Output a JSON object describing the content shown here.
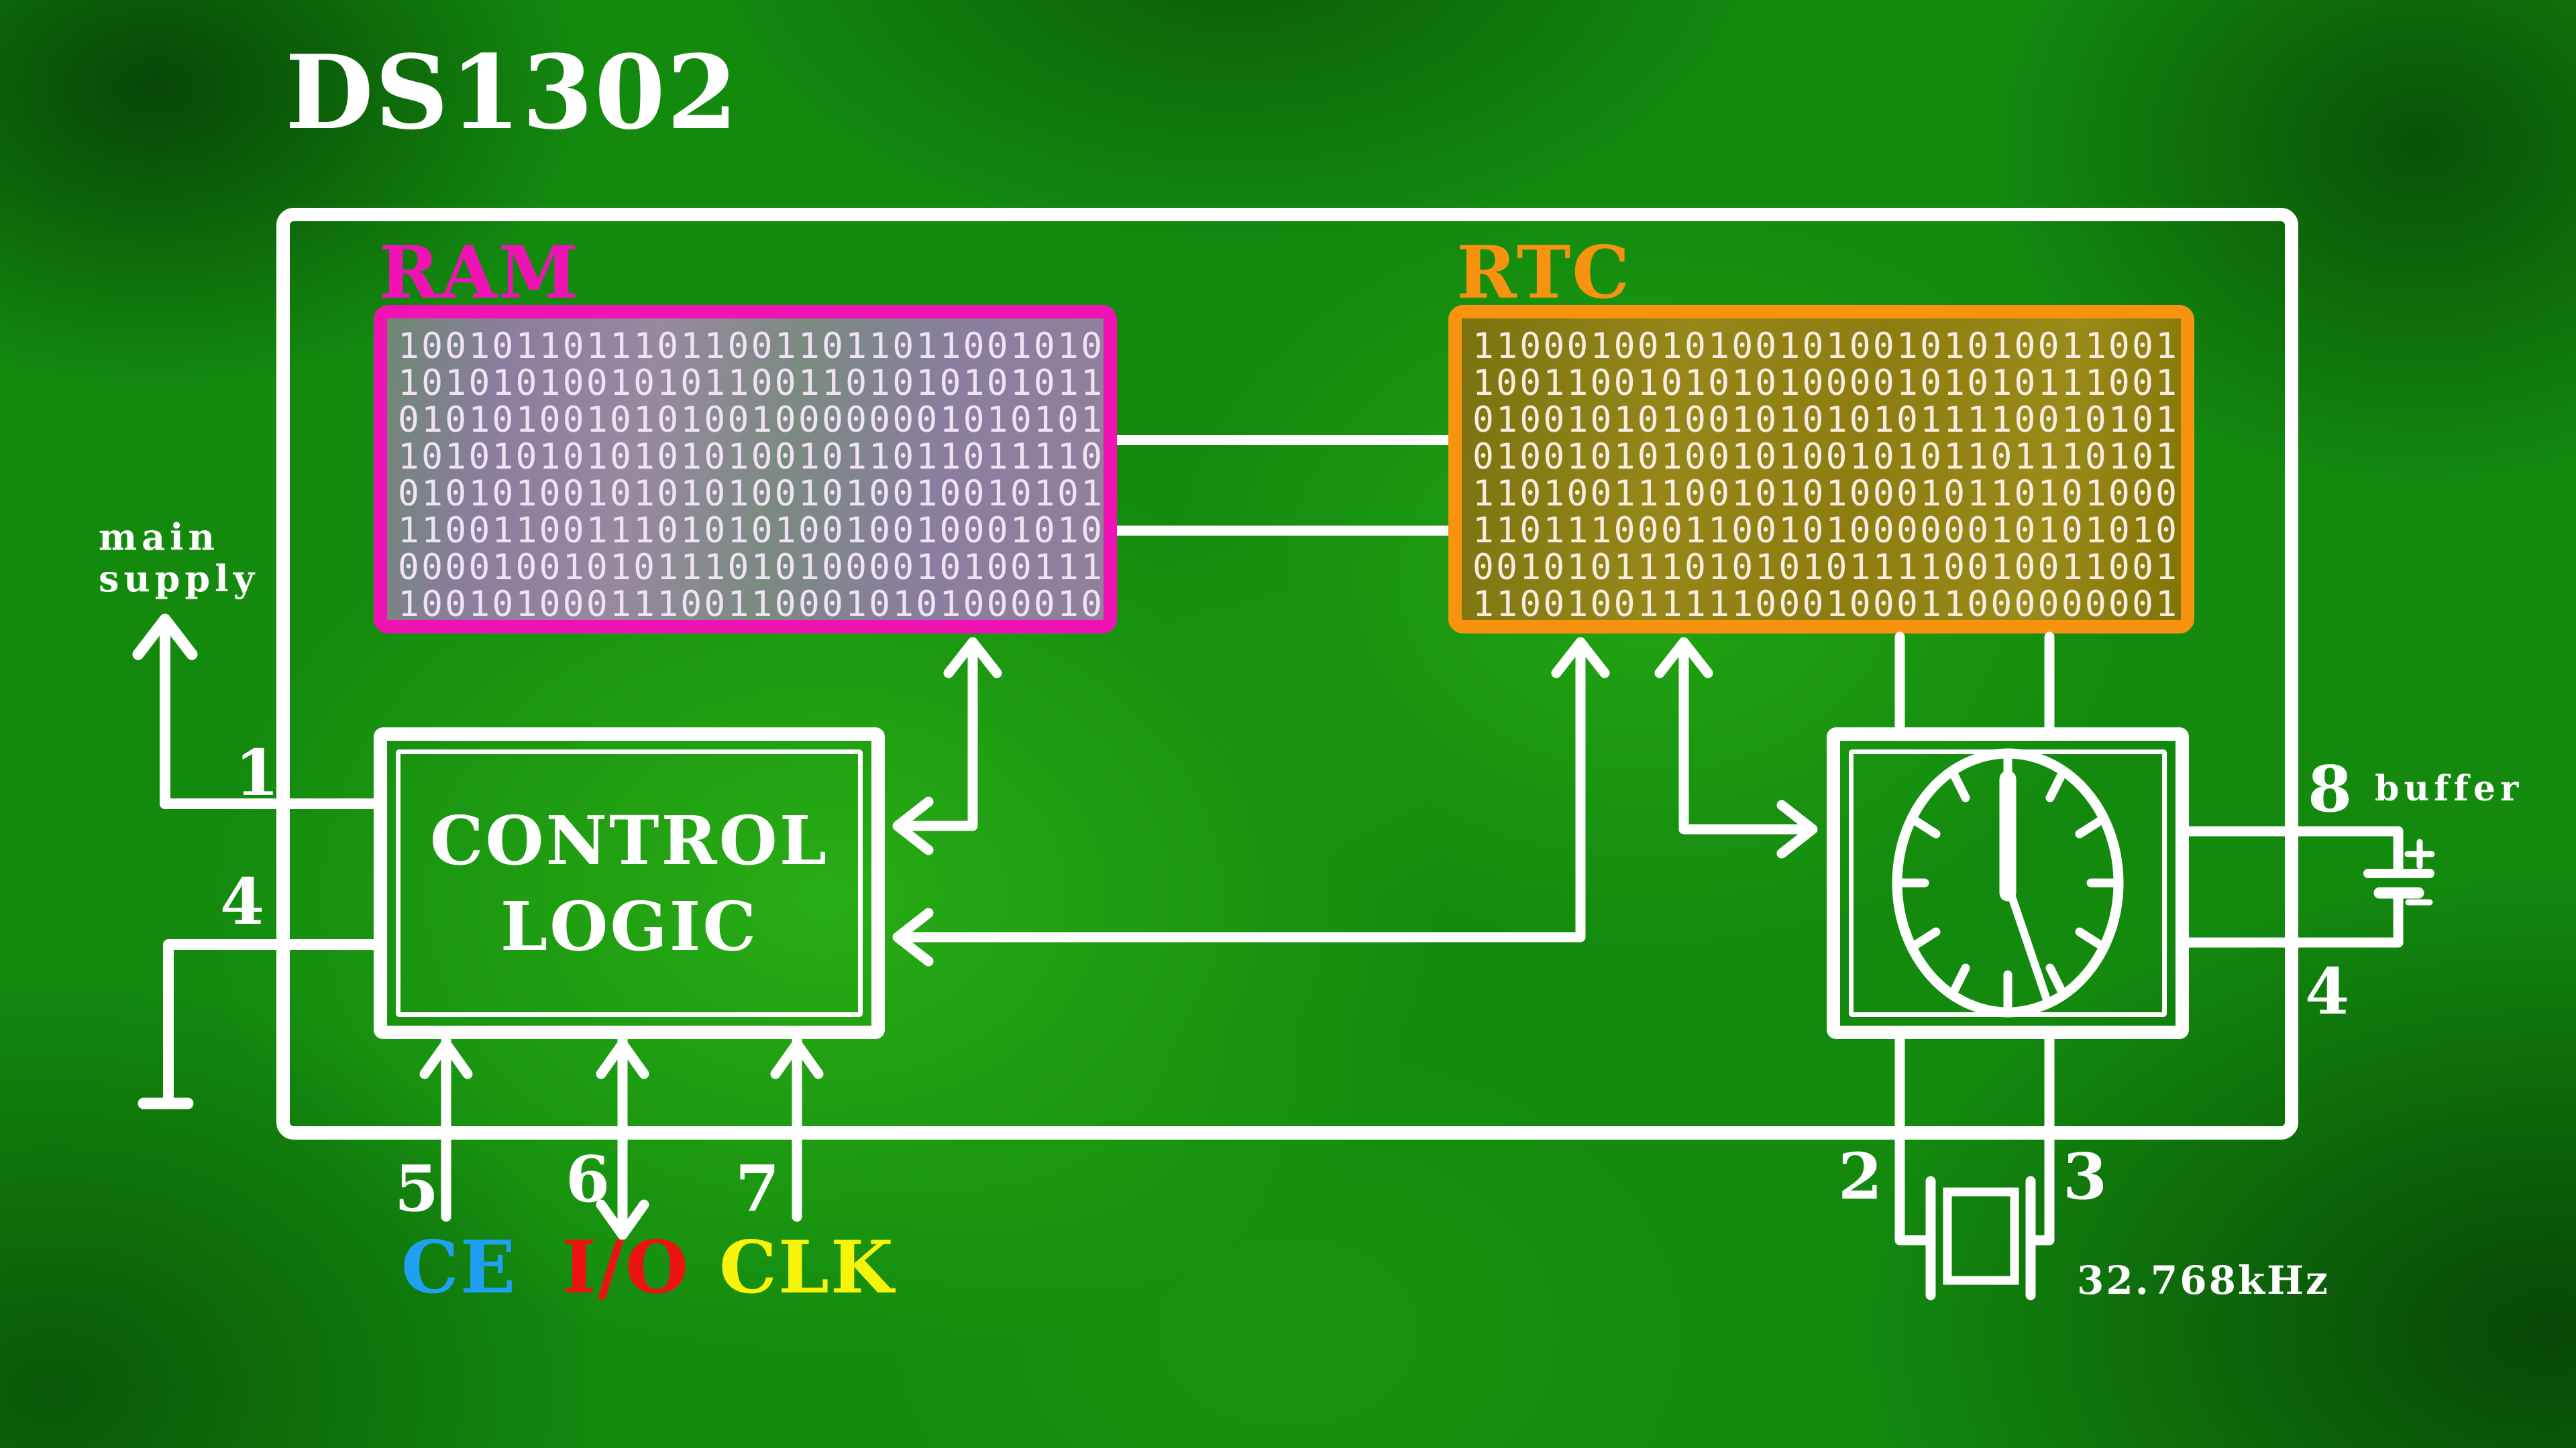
{
  "title": "DS1302",
  "colors": {
    "background_green": "#138a0e",
    "line_white": "#ffffff",
    "ram_accent": "#F112B4",
    "rtc_accent": "#F7930F",
    "ce_blue": "#1FA0F2",
    "io_red": "#EC1212",
    "clk_yellow": "#F7F30A"
  },
  "ram": {
    "label": "RAM",
    "rows": [
      "100101101110110011011011001010",
      "101010100101011001101010101011",
      "010101001010100100000001010101",
      "101010101010101001011011011110",
      "010101001010101001010010010101",
      "110011001110101010010010001010",
      "000010010101110101000010100111",
      "100101000111001100010101000010"
    ]
  },
  "rtc": {
    "label": "RTC",
    "rows": [
      "110001001010010100101010011001",
      "100110010101010000101010111001",
      "010010101001010101011110010101",
      "010010101001010010101101110101",
      "110100111001010100010110101000",
      "110111000110010100000010101010",
      "001010111010101011110010011001",
      "110010011111000100011000000001"
    ]
  },
  "control_logic": {
    "line1": "CONTROL",
    "line2": "LOGIC"
  },
  "pins": {
    "pin1": "1",
    "pin2": "2",
    "pin3": "3",
    "pin4_left": "4",
    "pin4_right": "4",
    "pin5": "5",
    "pin6": "6",
    "pin7": "7",
    "pin8": "8"
  },
  "labels": {
    "main_supply_line1": "main",
    "main_supply_line2": "supply",
    "buffer": "buffer",
    "ce": "CE",
    "io": "I/O",
    "clk": "CLK",
    "crystal_frequency": "32.768kHz"
  }
}
